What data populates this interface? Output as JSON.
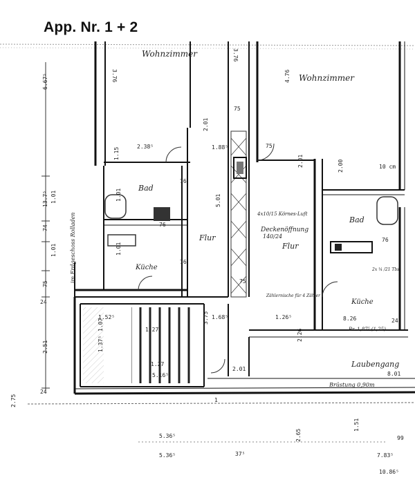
{
  "title": "App. Nr. 1 + 2",
  "rooms": {
    "wohnzimmer_left": "Wohnzimmer",
    "wohnzimmer_right": "Wohnzimmer",
    "bad_left": "Bad",
    "bad_right": "Bad",
    "kueche_left": "Küche",
    "kueche_right": "Küche",
    "flur_left": "Flur",
    "flur_right": "Flur",
    "laubengang": "Laubengang",
    "deckenoeffnung": "Deckenöffnung",
    "deckenoeffnung_size": "140/24",
    "rollladen": "im Erdgeschoss Rolladen",
    "bruestung": "Brüstung 0,90m",
    "koerner": "4x10/15 Körnes-Luft",
    "zaehler": "Zählernische für 4 Zähler",
    "br_right": "Br. 1,87⁵ (1,25)",
    "br_right2": "2x ¼ /21 Tbs"
  },
  "dimensions": {
    "d_376_left": "3.76",
    "d_376_mid": "3.76",
    "d_476": "4.76",
    "d_667": "6.67⁵",
    "d_238": "2.38⁵",
    "d_188": "1.88⁵",
    "d_115": "1.15",
    "d_75a": "75",
    "d_75b": "75",
    "d_75c": "75",
    "d_75d": "75",
    "d_200": "2.00",
    "d_10cm": "10 cm",
    "d_201a": "2.01",
    "d_201b": "2.01",
    "d_201c": "2.01",
    "d_1375": "13.7⁵",
    "d_101a": "1.01",
    "d_101b": "1.01",
    "d_101c": "1.01",
    "d_101d": "1.01",
    "d_74": "74",
    "d_76a": "76",
    "d_76b": "76",
    "d_76c": "76",
    "d_76d": "76",
    "d_24a": "24",
    "d_24b": "24",
    "d_24c": "24",
    "d_251": "2.51",
    "d_152": "1.52⁵",
    "d_107": "1.07",
    "d_137": "1.37⁵",
    "d_127a": "1.27",
    "d_127b": "1.27",
    "d_516": "5.16⁵",
    "d_375": "3.75",
    "d_168": "1.68⁵",
    "d_126": "1.26⁵",
    "d_226": "2.26",
    "d_826": "8.26",
    "d_801": "8.01",
    "d_275": "2.75",
    "d_536a": "5.36⁵",
    "d_536b": "5.36⁵",
    "d_375b": "37⁵",
    "d_783": "7.83⁵",
    "d_1086": "10.86⁵",
    "d_99": "99",
    "d_151": "1.51",
    "d_265": "2.65",
    "d_500": "5.01",
    "d_1": "1"
  }
}
